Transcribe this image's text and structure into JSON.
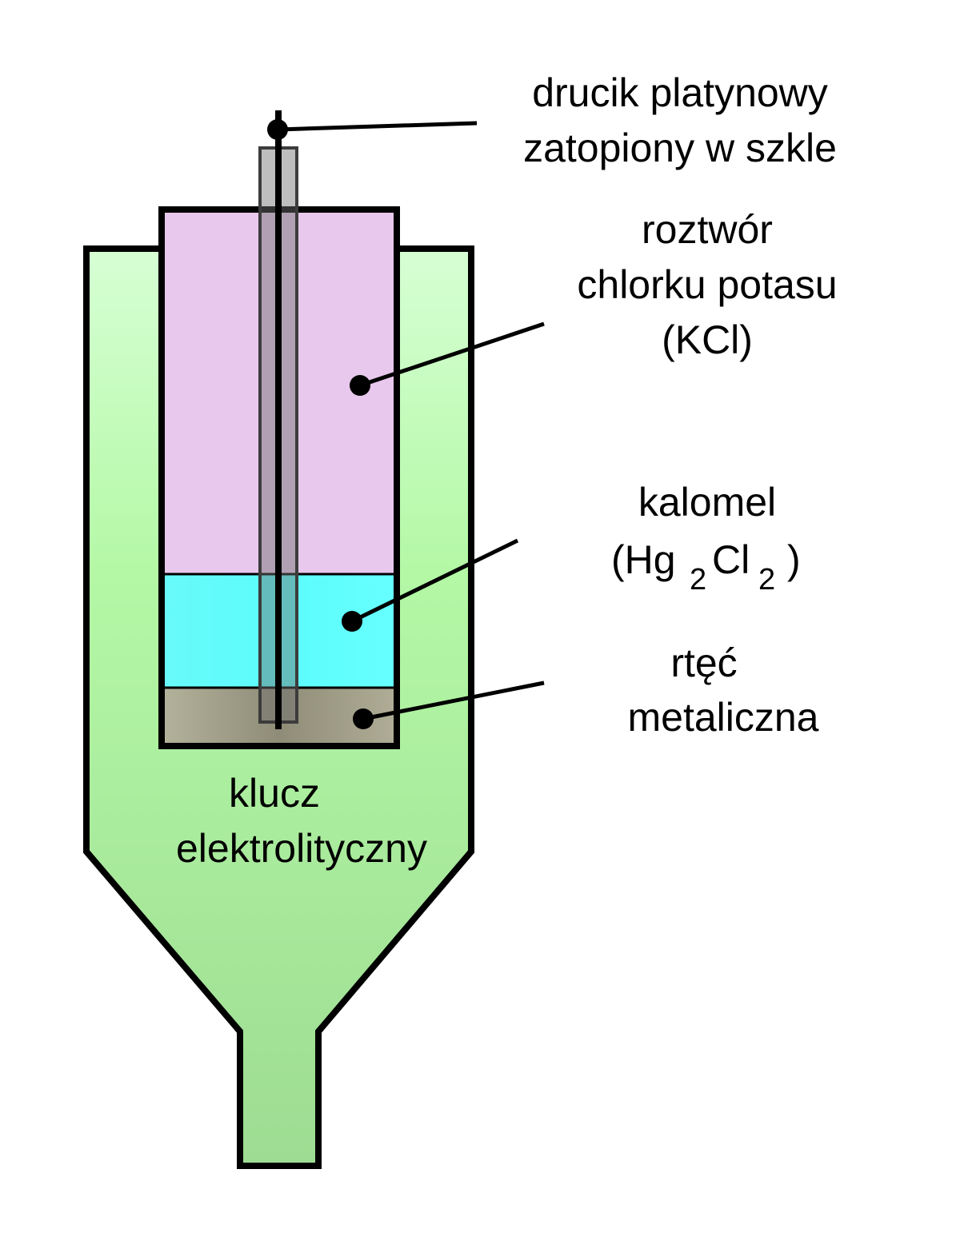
{
  "labels": {
    "wire_line1": "drucik platynowy",
    "wire_line2": "zatopiony w szkle",
    "kcl_line1": "roztwór",
    "kcl_line2": "chlorku potasu",
    "kcl_line3": "(KCl)",
    "calomel_line1": "kalomel",
    "calomel_open": "(Hg",
    "calomel_sub1": "2",
    "calomel_cl": "Cl",
    "calomel_sub2": "2",
    "calomel_close": ")",
    "mercury_line1": "rtęć",
    "mercury_line2": "metaliczna",
    "bridge_line1": "klucz",
    "bridge_line2": "elektrolityczny"
  },
  "colors": {
    "outer_top": "#d6ffd4",
    "outer_mid": "#b4f8a6",
    "outer_bottom": "#9ddc92",
    "kcl": "#e8c8ec",
    "calomel": "#66ffff",
    "mercury": "#a8a48e",
    "glass_tube": "#6e6e6e",
    "stroke": "#000000"
  }
}
